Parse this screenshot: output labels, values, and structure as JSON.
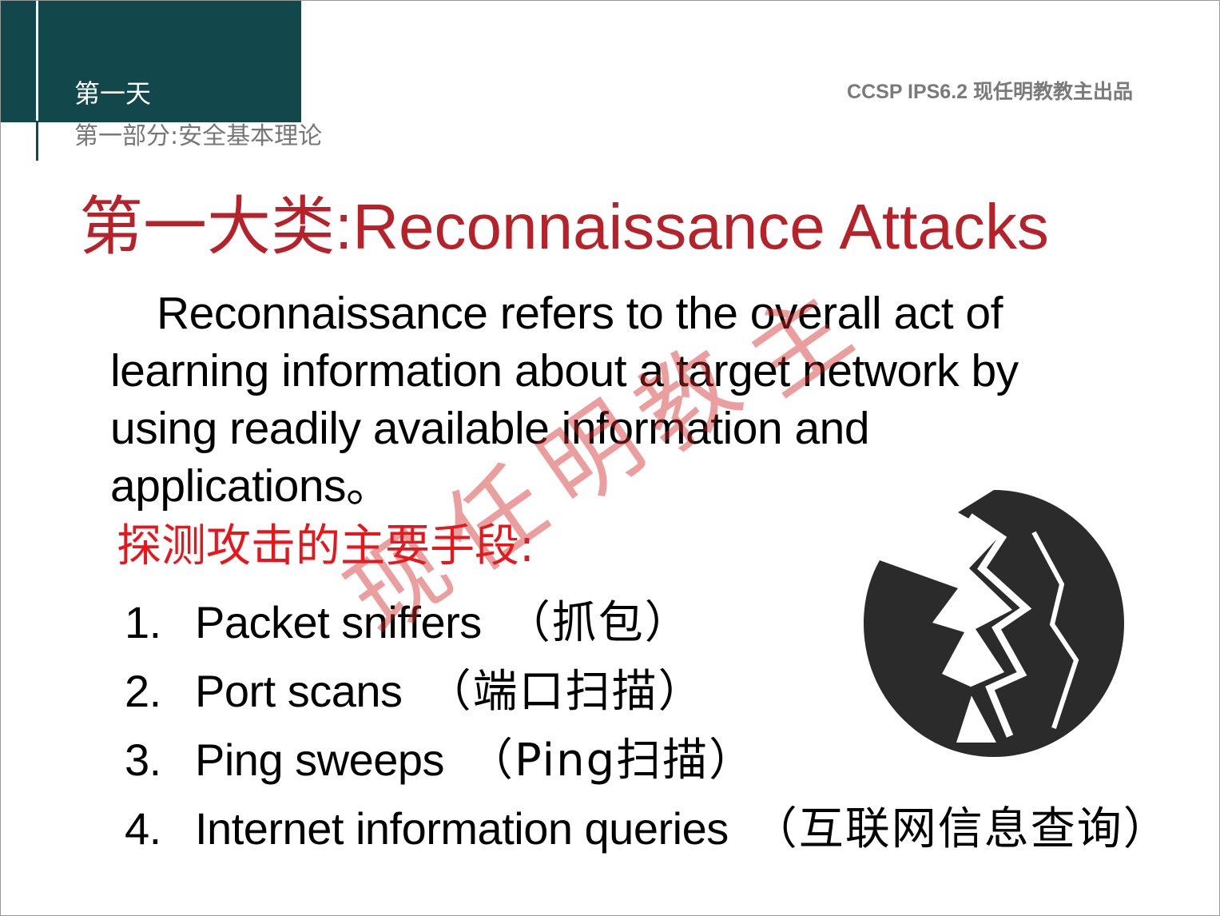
{
  "header": {
    "day": "第一天",
    "section": "第一部分:安全基本理论",
    "credit": "CCSP IPS6.2 现任明教教主出品"
  },
  "title": {
    "cn": "第一大类",
    "en": ":Reconnaissance Attacks"
  },
  "body": {
    "paragraph": "Reconnaissance refers to the overall act of learning information about a target network by using readily available information and applications。"
  },
  "subhead": "探测攻击的主要手段:",
  "methods": [
    {
      "number": "1.",
      "en": "Packet sniffers",
      "cn": "（抓包）"
    },
    {
      "number": "2.",
      "en": "Port scans",
      "cn": "（端口扫描）"
    },
    {
      "number": "3.",
      "en": "Ping sweeps",
      "cn": "（Ping扫描）"
    },
    {
      "number": "4.",
      "en": "Internet information queries",
      "cn": "（互联网信息查询）"
    }
  ],
  "watermark": [
    "现",
    "任",
    "明",
    "教",
    "主"
  ],
  "icons": {
    "illustration": "silhouette-head-icon"
  },
  "colors": {
    "header_block": "#12474c",
    "title": "#b5222a",
    "subhead": "#e8161b",
    "watermark": "#d22828"
  }
}
